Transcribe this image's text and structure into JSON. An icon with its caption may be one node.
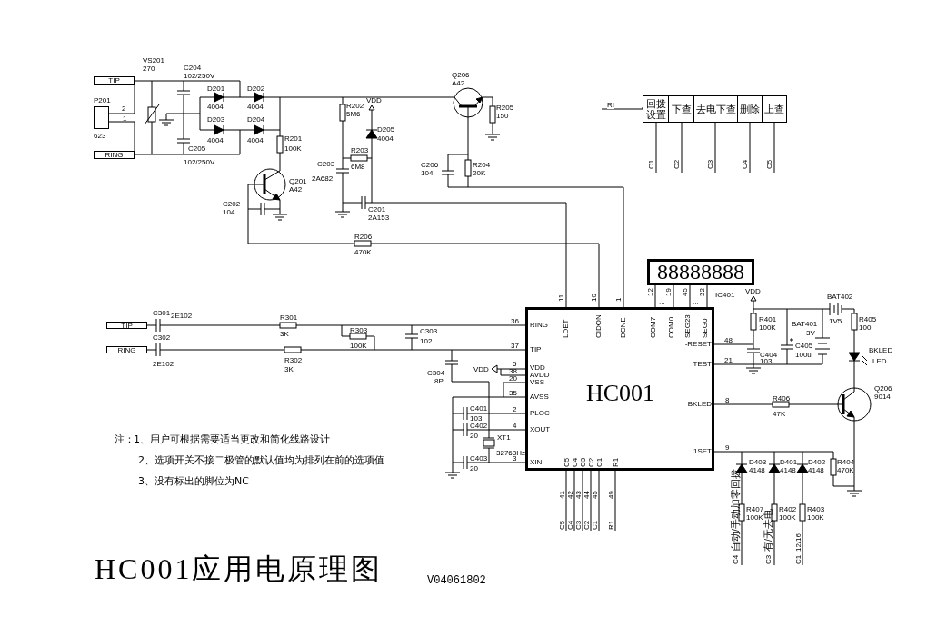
{
  "diagram": {
    "title": "HC001应用电原理图",
    "nodes": [
      {
        "text": [
          "TIP"
        ]
      },
      {
        "text": [
          "P201"
        ],
        "beside": [
          "623"
        ]
      },
      {
        "text": [
          "RING"
        ]
      },
      {
        "text": [
          "回拨设置"
        ]
      },
      {
        "text": [
          "下查"
        ]
      },
      {
        "text": [
          "去电下查"
        ]
      },
      {
        "text": [
          "删除"
        ]
      },
      {
        "text": [
          "上查"
        ]
      },
      {
        "text": [
          "TIP"
        ]
      },
      {
        "text": [
          "RING"
        ]
      },
      {
        "text": [
          "HC001"
        ]
      },
      {
        "text": [
          "88888888"
        ]
      }
    ],
    "edges": [
      {
        "from": 1,
        "to": 0,
        "arrow": "none"
      },
      {
        "from": 1,
        "to": 2,
        "arrow": "none"
      },
      {
        "from": null,
        "to": 3,
        "arrow": "none",
        "label": "RI"
      },
      {
        "from": 3,
        "to": null,
        "arrow": "none",
        "label": "C1"
      },
      {
        "from": 4,
        "to": null,
        "arrow": "none",
        "label": "C2"
      },
      {
        "from": 5,
        "to": null,
        "arrow": "none",
        "label": "C3"
      },
      {
        "from": 6,
        "to": null,
        "arrow": "none",
        "label": "C4"
      },
      {
        "from": 7,
        "to": null,
        "arrow": "none",
        "label": "C5"
      },
      {
        "from": 11,
        "to": 10,
        "arrow": "none"
      },
      {
        "from": 11,
        "to": 10,
        "arrow": "none"
      },
      {
        "from": 11,
        "to": 10,
        "arrow": "none"
      },
      {
        "from": 11,
        "to": 10,
        "arrow": "none"
      }
    ],
    "labels": [
      "VS201",
      "270",
      "C204",
      "102/250V",
      "Q206",
      "A42",
      "D201",
      "D202",
      "2",
      "R202",
      "VDD",
      "5M6",
      "R205",
      "150",
      "4004",
      "4004",
      "1",
      "D203",
      "D204",
      "D205",
      "4004",
      "4004",
      "R201",
      "4004",
      "C205",
      "100K",
      "R203",
      "6M8",
      "102/250V",
      "C206",
      "104",
      "R204",
      "20K",
      "C203",
      "2A682",
      "Q201",
      "A42",
      "C202",
      "104",
      "C201",
      "2A153",
      "R206",
      "470K",
      "11",
      "10",
      "1",
      "12",
      "...",
      "19",
      "45",
      "...",
      "22",
      "IC401",
      "VDD",
      "BAT402",
      "C301",
      "2E102",
      "R301",
      "1V5",
      "R401",
      "R405",
      "BAT401",
      "100K",
      "100",
      "3K",
      "R303",
      "C303",
      "3V",
      "C302",
      "100K",
      "102",
      "C405",
      "BKLED",
      "C404",
      "100u",
      "2E102",
      "R302",
      "103",
      "LED",
      "3K",
      "C304",
      "VDD",
      "8P",
      "Q206",
      "9014",
      "C401",
      "103",
      "R406",
      "47K",
      "C402",
      "20",
      "XT1",
      "32768Hz",
      "C403",
      "20",
      "D403",
      "D401",
      "D402",
      "R404",
      "4148",
      "4148",
      "4148",
      "470K",
      "R407",
      "100K",
      "R402",
      "100K",
      "R403",
      "100K",
      "36",
      "37",
      "5",
      "38",
      "20",
      "35",
      "2",
      "4",
      "3",
      "48",
      "21",
      "8",
      "9",
      "RING",
      "TIP",
      "VDD",
      "AVDD",
      "VSS",
      "AVSS",
      "PLOC",
      "XOUT",
      "XIN",
      "LDET",
      "CIDON",
      "DCNE",
      "COM7",
      "COM0",
      "SEG23",
      "SEG0",
      "-RESET",
      "TEST",
      "BKLED",
      "1SET",
      "C5",
      "C4",
      "C3",
      "C2",
      "C1",
      "R1",
      "41",
      "42",
      "43",
      "44",
      "45",
      "49",
      "C5",
      "C4",
      "C3",
      "C2",
      "C1",
      "R1",
      "自动/手动加零回拨",
      "有/无去电",
      "12/16",
      "C4",
      "C3",
      "C1",
      "注：",
      "1、用户可根据需要适当更改和简化线路设计",
      "2、选项开关不接二极管的默认值均为排列在前的选项值",
      "3、没有标出的脚位为NC",
      "V04061802"
    ]
  }
}
